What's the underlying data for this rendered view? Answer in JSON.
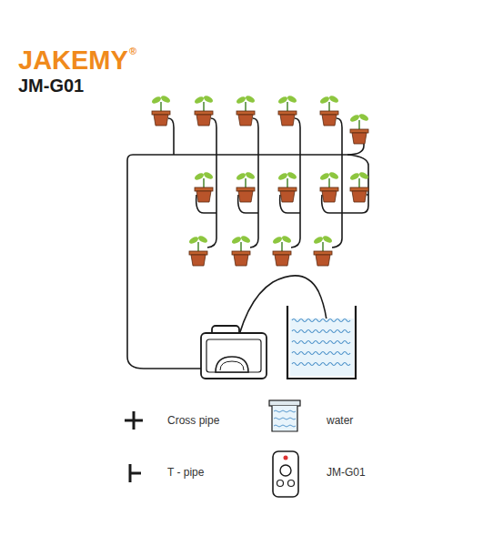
{
  "diagram": {
    "title": "JAKEMY",
    "labels": [
      "®",
      "JM-G01"
    ],
    "legend": [
      {
        "text": "Cross pipe"
      },
      {
        "text": "water"
      },
      {
        "text": "T - pipe"
      },
      {
        "text": "JM-G01"
      }
    ]
  }
}
